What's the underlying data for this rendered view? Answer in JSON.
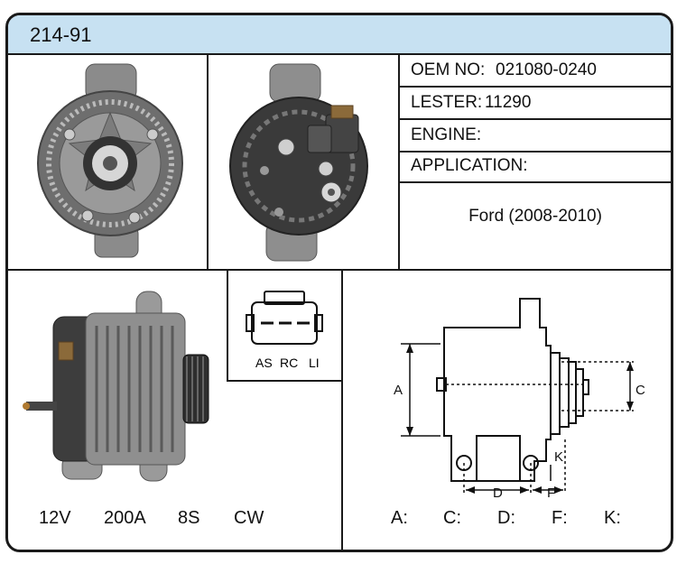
{
  "header": {
    "part_number": "214-91"
  },
  "specs": {
    "oem_label": "OEM NO:",
    "oem_value": "021080-0240",
    "lester_label": "LESTER:",
    "lester_value": "11290",
    "engine_label": "ENGINE:",
    "engine_value": "",
    "application_label": "APPLICATION:",
    "application_value": "Ford (2008-2010)"
  },
  "connector": {
    "pins": [
      "AS",
      "RC",
      "LI"
    ]
  },
  "electrical": {
    "voltage": "12V",
    "amperage": "200A",
    "pulley": "8S",
    "rotation": "CW"
  },
  "dimension_diagram": {
    "labels": {
      "a": "A",
      "c": "C",
      "d": "D",
      "f": "F",
      "k": "K"
    },
    "values": [
      {
        "label": "A:",
        "value": ""
      },
      {
        "label": "C:",
        "value": ""
      },
      {
        "label": "D:",
        "value": ""
      },
      {
        "label": "F:",
        "value": ""
      },
      {
        "label": "K:",
        "value": ""
      }
    ]
  },
  "colors": {
    "header_bg": "#c7e1f2",
    "border": "#1a1a1a"
  }
}
